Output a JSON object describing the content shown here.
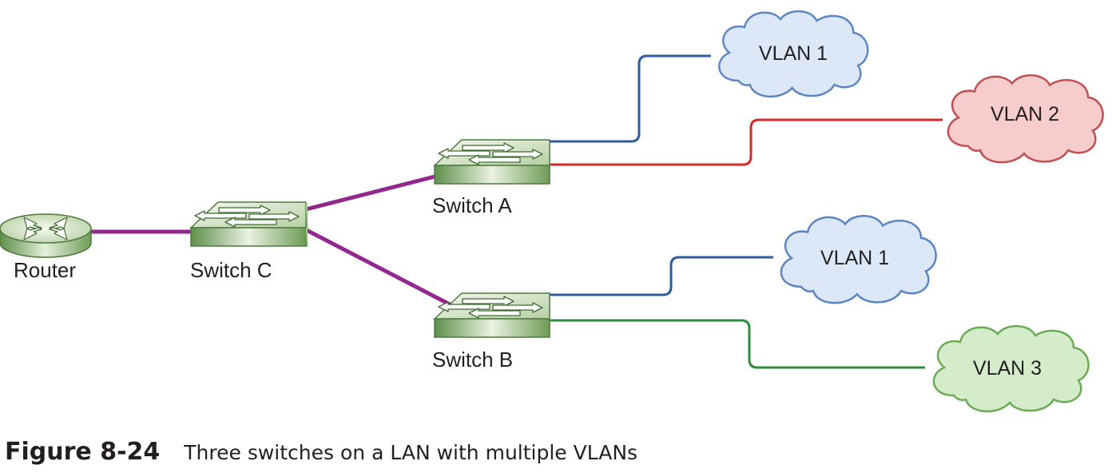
{
  "nodes": {
    "router": "Router",
    "switch_c": "Switch C",
    "switch_a": "Switch A",
    "switch_b": "Switch B"
  },
  "clouds": [
    {
      "label": "VLAN 1",
      "color": "#dce8f7",
      "stroke": "#5b86c2"
    },
    {
      "label": "VLAN 2",
      "color": "#f7cccc",
      "stroke": "#c25050"
    },
    {
      "label": "VLAN 1",
      "color": "#dce8f7",
      "stroke": "#5b86c2"
    },
    {
      "label": "VLAN 3",
      "color": "#d4ecc9",
      "stroke": "#6aab55"
    }
  ],
  "link_colors": {
    "trunk": "#92278f",
    "vlan1": "#2e5c9e",
    "vlan2": "#d42a2a",
    "vlan3": "#2e8b40"
  },
  "caption": {
    "number": "Figure 8-24",
    "title": "Three switches on a LAN with multiple VLANs"
  }
}
